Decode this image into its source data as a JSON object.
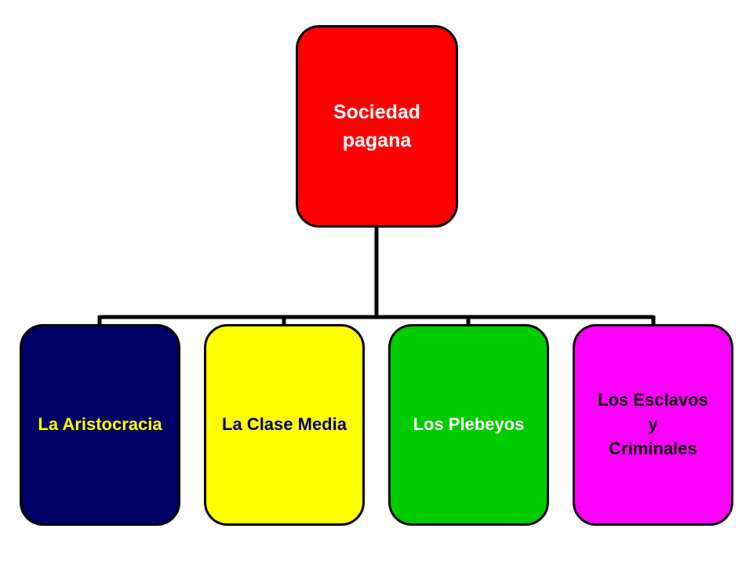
{
  "diagram": {
    "root": {
      "label": "Sociedad\npagana",
      "fill": "#ff0000",
      "text_color": "#ffffff"
    },
    "children": [
      {
        "label": "La Aristocracia",
        "fill": "#000066",
        "text_color": "#ffff00"
      },
      {
        "label": "La Clase Media",
        "fill": "#ffff00",
        "text_color": "#000066"
      },
      {
        "label": "Los Plebeyos",
        "fill": "#00cc00",
        "text_color": "#ffffff"
      },
      {
        "label": "Los Esclavos\ny\nCriminales",
        "fill": "#ff00ff",
        "text_color": "#000000"
      }
    ],
    "connector_color": "#000000"
  }
}
